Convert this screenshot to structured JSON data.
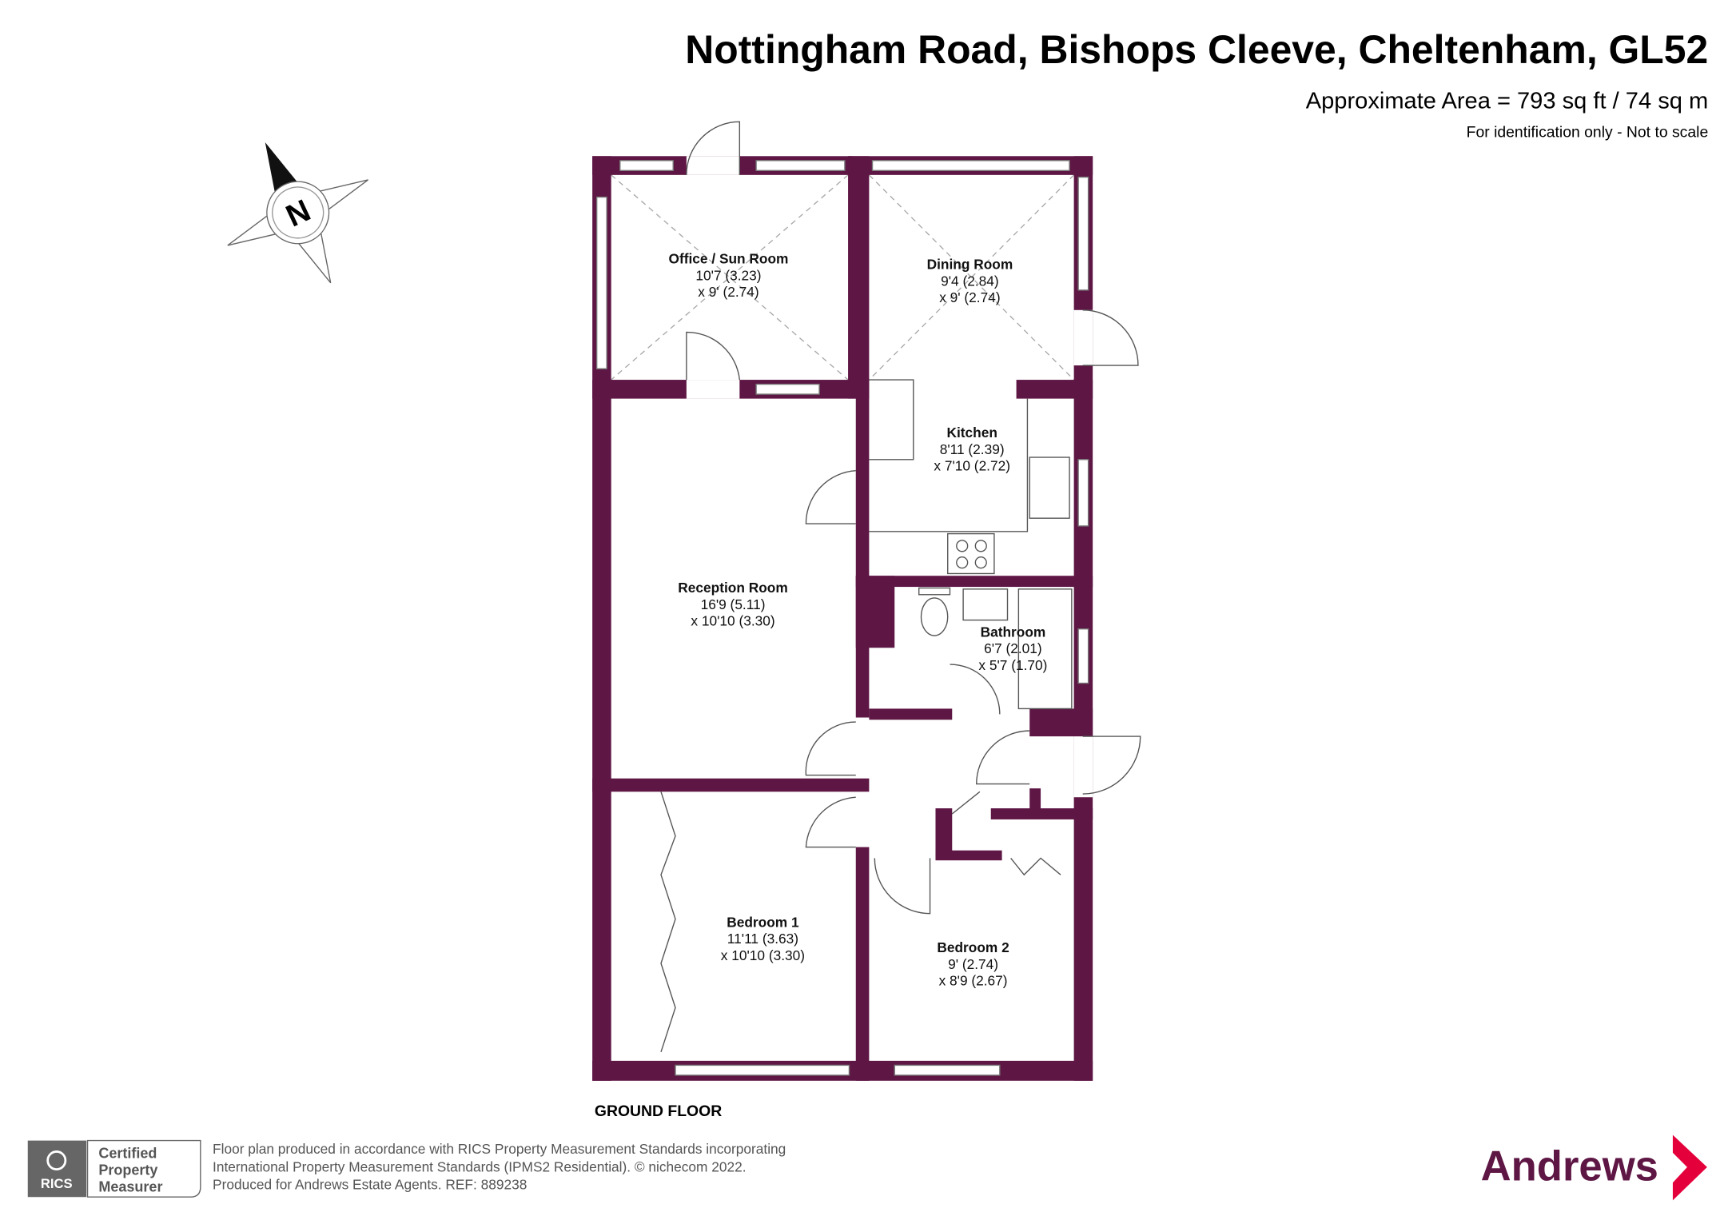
{
  "header": {
    "title": "Nottingham Road, Bishops Cleeve, Cheltenham, GL52",
    "area": "Approximate Area = 793 sq ft / 74 sq m",
    "note": "For identification only - Not to scale"
  },
  "compass": {
    "label": "N"
  },
  "rooms": [
    {
      "name": "Office / Sun Room",
      "dim1": "10'7 (3.23)",
      "dim2": "x 9' (2.74)"
    },
    {
      "name": "Dining Room",
      "dim1": "9'4 (2.84)",
      "dim2": "x 9' (2.74)"
    },
    {
      "name": "Kitchen",
      "dim1": "8'11 (2.39)",
      "dim2": "x 7'10 (2.72)"
    },
    {
      "name": "Reception Room",
      "dim1": "16'9 (5.11)",
      "dim2": "x 10'10 (3.30)"
    },
    {
      "name": "Bathroom",
      "dim1": "6'7 (2.01)",
      "dim2": "x 5'7 (1.70)"
    },
    {
      "name": "Bedroom 1",
      "dim1": "11'11 (3.63)",
      "dim2": "x 10'10 (3.30)"
    },
    {
      "name": "Bedroom 2",
      "dim1": "9' (2.74)",
      "dim2": "x 8'9 (2.67)"
    }
  ],
  "floor_label": "GROUND FLOOR",
  "footer": {
    "badge": {
      "org": "RICS",
      "line1": "Certified",
      "line2": "Property",
      "line3": "Measurer"
    },
    "lines": [
      "Floor plan produced in accordance with RICS Property Measurement Standards incorporating",
      "International Property Measurement Standards (IPMS2 Residential).   © nichecom 2022.",
      "Produced for Andrews Estate Agents.   REF:   889238"
    ],
    "brand": "Andrews"
  },
  "colors": {
    "wall": "#5e1644",
    "brand": "#5e1644",
    "brand_arrow": "#e4003b"
  }
}
